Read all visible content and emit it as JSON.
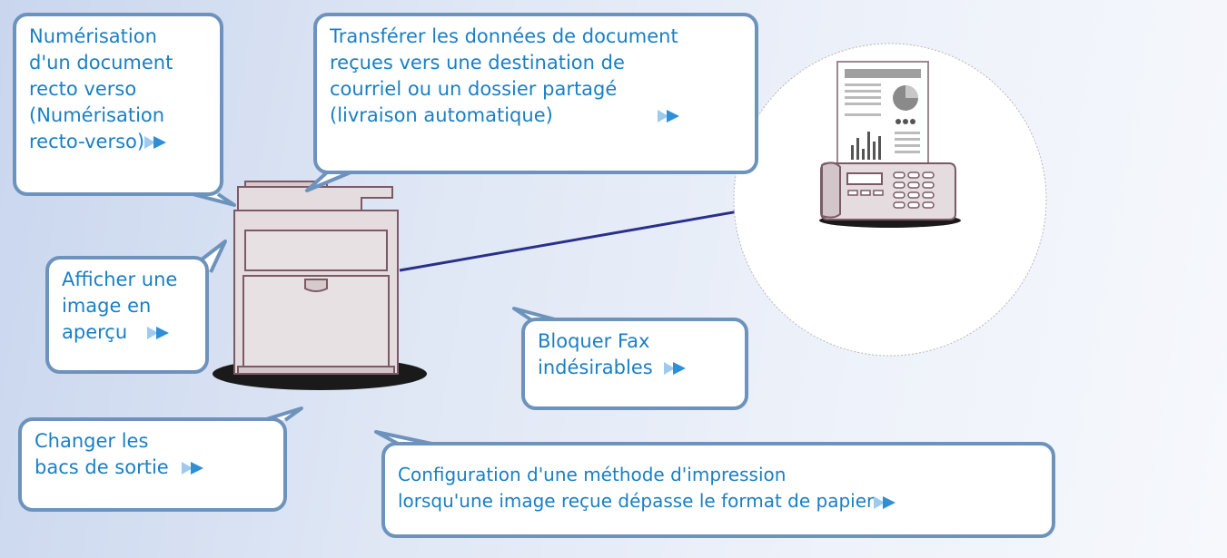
{
  "callouts": {
    "duplex_scan": {
      "lines": [
        "Numérisation",
        "d'un document",
        "recto verso",
        "(Numérisation",
        "recto-verso)"
      ]
    },
    "forward_data": {
      "lines": [
        "Transférer les données de document",
        "reçues vers une destination de",
        "courriel ou un dossier partagé",
        "(livraison automatique)"
      ]
    },
    "preview_image": {
      "lines": [
        "Afficher une",
        "image en",
        "aperçu"
      ]
    },
    "block_fax": {
      "lines": [
        "Bloquer Fax",
        "indésirables"
      ]
    },
    "output_trays": {
      "lines": [
        "Changer les",
        "bacs de sortie"
      ]
    },
    "print_method": {
      "lines": [
        "Configuration d'une méthode d'impression",
        "lorsqu'une image reçue dépasse le format de papier"
      ]
    }
  },
  "colors": {
    "text": "#1a7fc4",
    "border": "#6d93bc",
    "arrow": "#2e8fd6",
    "line": "#2a2f8c",
    "device": "#e4dcde",
    "device_outline": "#7b5a66"
  },
  "icons": {
    "arrow": "double-play-arrow-icon",
    "mfp": "multifunction-printer-icon",
    "fax": "fax-machine-icon"
  }
}
